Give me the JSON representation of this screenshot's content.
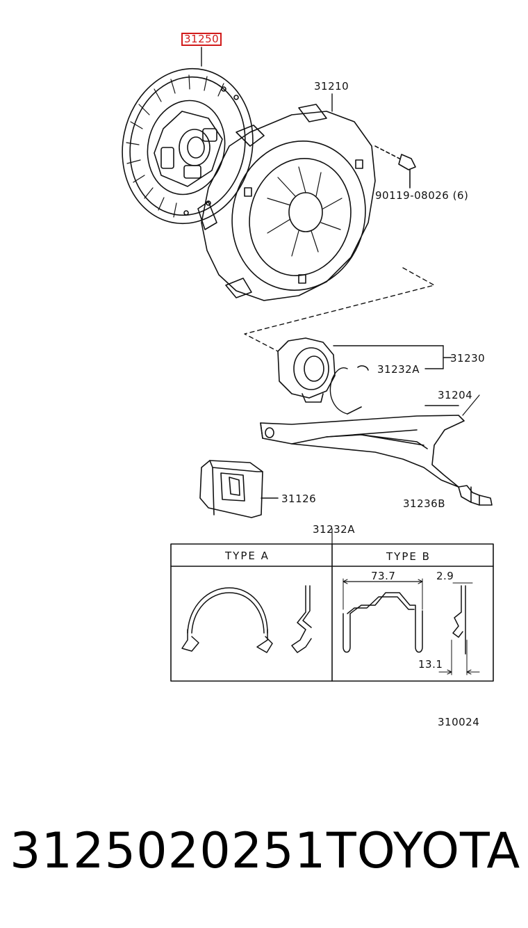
{
  "parts": {
    "clutch_disc": "31250",
    "clutch_cover": "31210",
    "bolt": "90119-08026 (6)",
    "release_bearing": "31230",
    "bearing_clip": "31232A",
    "release_fork": "31204",
    "boot": "31126",
    "fork_support": "31236B"
  },
  "clip_table": {
    "title": "31232A",
    "type_a": "TYPE A",
    "type_b": "TYPE B",
    "dim_width": "73.7",
    "dim_thickness": "2.9",
    "dim_height": "13.1"
  },
  "diagram_code": "310024",
  "footer": {
    "part_number": "3125020251",
    "brand": "TOYOTA"
  },
  "colors": {
    "line": "#111111",
    "highlight": "#d11a1a"
  }
}
